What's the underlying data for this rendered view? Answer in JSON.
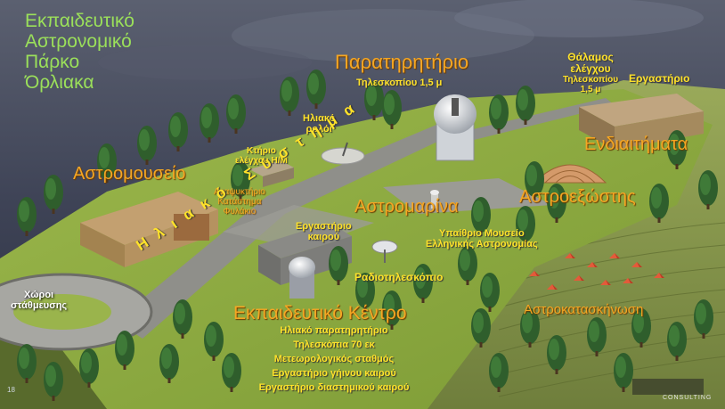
{
  "title": {
    "line1": "Εκπαιδευτικό",
    "line2": "Αστρονομικό",
    "line3": "Πάρκο",
    "line4": "Όρλιακα"
  },
  "labels": {
    "observatory": "Παρατηρητήριο",
    "observatory_sub": "Τηλεσκοπίου 1,5 μ",
    "control_room_l1": "Θάλαμος",
    "control_room_l2": "ελέγχου",
    "control_room_l3": "Τηλεσκοπίου",
    "control_room_l4": "1,5 μ",
    "workshop": "Εργαστήριο",
    "accommodation": "Ενδιαιτήματα",
    "solar_clock_l1": "Ηλιακό",
    "solar_clock_l2": "ρολόι",
    "control_building_l1": "Κτήριο",
    "control_building_l2": "ελέγχου Η/Μ",
    "astromuseum": "Αστρομουσείο",
    "refreshments_l1": "Αναψυκτήριο",
    "refreshments_l2": "Κατάστημα",
    "refreshments_l3": "Φυλάκιο",
    "solar_system": "Ηλιακό Σύστημα",
    "astromarina": "Αστρομαρίνα",
    "astroexostis": "Αστροεξώστης",
    "weather_lab_l1": "Εργαστήριο",
    "weather_lab_l2": "καιρού",
    "outdoor_museum_l1": "Υπαίθριο Μουσείο",
    "outdoor_museum_l2": "Ελληνικής Αστρονομίας",
    "radio_telescope": "Ραδιοτηλεσκόπιο",
    "parking_l1": "Χώροι",
    "parking_l2": "στάθμευσης",
    "education_center": "Εκπαιδευτικό Κέντρο",
    "astrocamping": "Αστροκατασκήνωση",
    "slide_number": "18",
    "logo_sub": "CONSULTING"
  },
  "education_items": [
    "Ηλιακό παρατηρητήριο",
    "Τηλεσκόπια 70 εκ",
    "Μετεωρολογικός σταθμός",
    "Εργαστήριο γήινου καιρού",
    "Εργαστήριο διαστημικού καιρού"
  ],
  "colors": {
    "orange": "#f5a623",
    "yellow": "#ffe22a",
    "green_title": "#9be05a",
    "grass": "#8aa83e"
  }
}
